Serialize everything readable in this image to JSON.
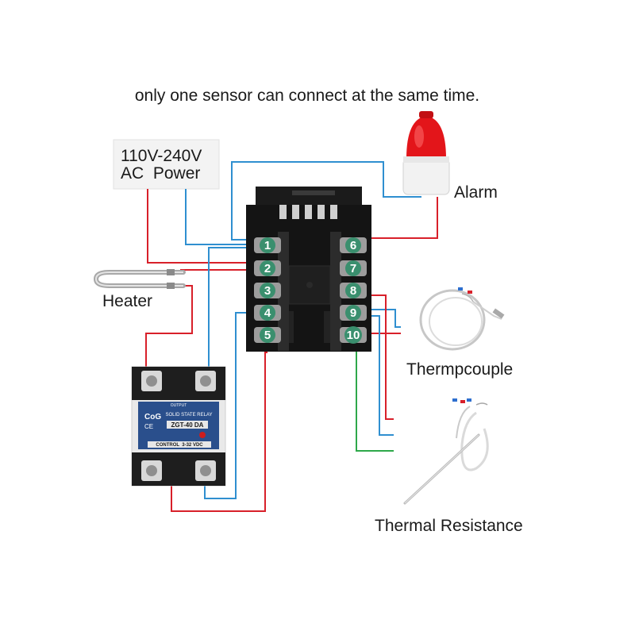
{
  "caption": "only one sensor can connect at the same time.",
  "power": {
    "line1": "110V-240V",
    "line2": "AC  Power"
  },
  "alarm_label": "Alarm",
  "heater_label": "Heater",
  "thermocouple_label": "Thermpcouple",
  "thermal_resistance_label": "Thermal Resistance",
  "terminals_left": [
    "1",
    "2",
    "3",
    "4",
    "5"
  ],
  "terminals_right": [
    "6",
    "7",
    "8",
    "9",
    "10"
  ],
  "ssr": {
    "brand": "CoG",
    "ce": "CE",
    "title": "SOLID STATE RELAY",
    "model": "ZGT-40 DA",
    "control": "CONTROL  3-32 VDC",
    "output": "OUTPUT"
  },
  "colors": {
    "red_wire": "#d8202a",
    "blue_wire": "#2f8fd0",
    "green_wire": "#2ea84a",
    "terminal": "#3a8f6e"
  }
}
